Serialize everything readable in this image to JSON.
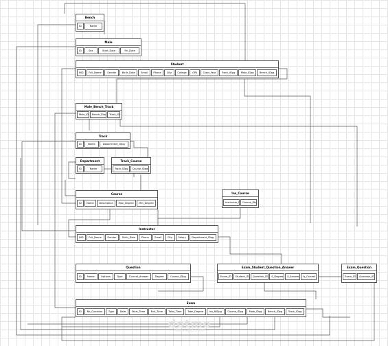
{
  "tables": [
    {
      "id": "bench",
      "title": "Bench",
      "columns": [
        "ID",
        "Name"
      ]
    },
    {
      "id": "male",
      "title": "Male",
      "columns": [
        "ID",
        "Sex",
        "Start_Date",
        "Fin_Date"
      ]
    },
    {
      "id": "student",
      "title": "Student",
      "columns": [
        "NID",
        "Full_Name",
        "Gender",
        "Birth_Date",
        "Email",
        "Phone",
        "City",
        "College",
        "GPA",
        "Class_Year",
        "Track_IDpg",
        "Male_IDpg",
        "Bench_IDpg"
      ]
    },
    {
      "id": "male_bench_track",
      "title": "Male_Bench_Track",
      "columns": [
        "Male_ID",
        "Bench_IDpg",
        "Track_ID"
      ]
    },
    {
      "id": "track",
      "title": "Track",
      "columns": [
        "ID",
        "Name",
        "Department_IDpg"
      ]
    },
    {
      "id": "department",
      "title": "Department",
      "columns": [
        "ID",
        "Name"
      ]
    },
    {
      "id": "track_course",
      "title": "Track_Course",
      "columns": [
        "Track_IDpg",
        "Course_IDpg"
      ]
    },
    {
      "id": "ins_course",
      "title": "Ins_Course",
      "columns": [
        "Instructor_ID",
        "Course_IDpg"
      ]
    },
    {
      "id": "course",
      "title": "Course",
      "columns": [
        "ID",
        "Name",
        "Description",
        "Max_Degree",
        "Min_Degree"
      ]
    },
    {
      "id": "instructor",
      "title": "Instructor",
      "columns": [
        "NID",
        "Full_Name",
        "Gender",
        "Birth_Date",
        "Phone",
        "Email",
        "City",
        "Salary",
        "Department_IDpg"
      ]
    },
    {
      "id": "question",
      "title": "Question",
      "columns": [
        "ID",
        "Name",
        "Options",
        "Type",
        "Correct_Answer",
        "Degree",
        "Course_IDpg"
      ]
    },
    {
      "id": "exam_student_question_answer",
      "title": "Exam_Student_Question_Answer",
      "columns": [
        "Exam_ID",
        "Student_ID",
        "Question_ID",
        "S_Degree",
        "S_Answer",
        "Is_Correct"
      ]
    },
    {
      "id": "exam_question",
      "title": "Exam_Question",
      "columns": [
        "Exam_ID",
        "Question_ID"
      ]
    },
    {
      "id": "exam",
      "title": "Exam",
      "columns": [
        "ID",
        "No_Question",
        "Type",
        "Date",
        "Start_Time",
        "End_Time",
        "Total_Time",
        "Total_Degree",
        "Ins_NIDpg",
        "Course_IDpg",
        "Male_IDpg",
        "Bench_IDpg",
        "Track_IDpg"
      ]
    }
  ],
  "watermark": {
    "brand": "dotmo",
    "sub": "mostaql.com"
  }
}
